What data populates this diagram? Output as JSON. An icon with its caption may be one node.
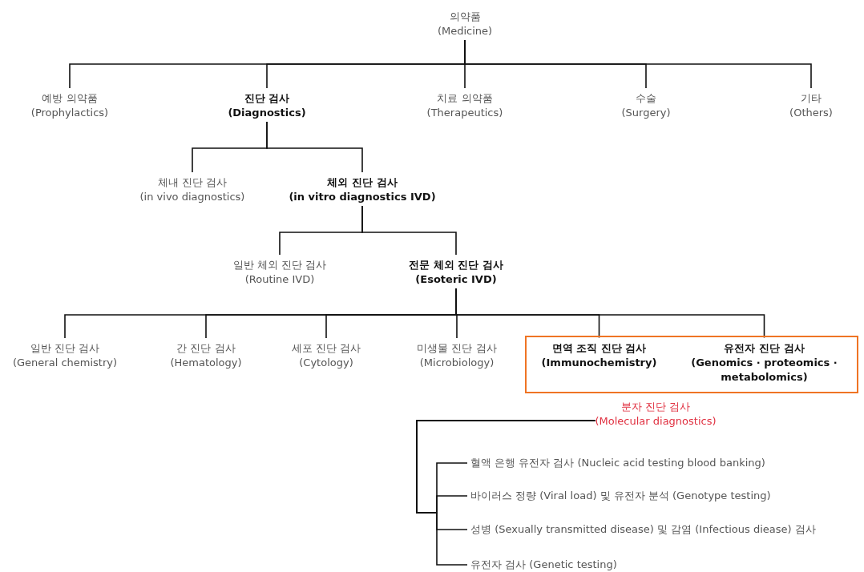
{
  "diagram": {
    "nodes": [
      {
        "text": [
          "의약품",
          "(Medicine)"
        ]
      },
      {
        "text": [
          "예방 의약품",
          "(Prophylactics)"
        ]
      },
      {
        "text": [
          "진단 검사",
          "(Diagnostics)"
        ]
      },
      {
        "text": [
          "치료 의약품",
          "(Therapeutics)"
        ]
      },
      {
        "text": [
          "수술",
          "(Surgery)"
        ]
      },
      {
        "text": [
          "기타",
          "(Others)"
        ]
      },
      {
        "text": [
          "체내 진단 검사",
          "(in vivo diagnostics)"
        ]
      },
      {
        "text": [
          "체외 진단 검사",
          "(in vitro diagnostics IVD)"
        ]
      },
      {
        "text": [
          "일반 체외 진단 검사",
          "(Routine IVD)"
        ]
      },
      {
        "text": [
          "전문 체외 진단 검사",
          "(Esoteric IVD)"
        ]
      },
      {
        "text": [
          "일반 진단 검사",
          "(General chemistry)"
        ]
      },
      {
        "text": [
          "간 진단 검사",
          "(Hematology)"
        ]
      },
      {
        "text": [
          "세포 진단 검사",
          "(Cytology)"
        ]
      },
      {
        "text": [
          "미생물 진단 검사",
          "(Microbiology)"
        ]
      },
      {
        "text": [],
        "shape": "box"
      },
      {
        "text": [
          "면역 조직 진단 검사",
          "(Immunochemistry)"
        ],
        "in": 14
      },
      {
        "text": [
          "유전자 진단 검사",
          "(Genomics · proteomics · metabolomics)"
        ],
        "in": 14
      },
      {
        "text": [
          "분자 진단 검사",
          "(Molecular diagnostics)"
        ]
      },
      {
        "text": [
          "혈액 은행 유전자 검사 (Nucleic acid testing blood banking)"
        ]
      },
      {
        "text": [
          "바이러스 정량 (Viral load) 및 유전자 분석 (Genotype testing)"
        ]
      },
      {
        "text": [
          "성병 (Sexually transmitted disease) 및 감염 (Infectious diease) 검사"
        ]
      },
      {
        "text": [
          "유전자 검사 (Genetic testing)"
        ]
      }
    ],
    "edges": [
      {
        "from": 0,
        "to": 1,
        "arrow": "none"
      },
      {
        "from": 0,
        "to": 2,
        "arrow": "none"
      },
      {
        "from": 0,
        "to": 3,
        "arrow": "none"
      },
      {
        "from": 0,
        "to": 4,
        "arrow": "none"
      },
      {
        "from": 0,
        "to": 5,
        "arrow": "none"
      },
      {
        "from": 2,
        "to": 6,
        "arrow": "none"
      },
      {
        "from": 2,
        "to": 7,
        "arrow": "none"
      },
      {
        "from": 7,
        "to": 8,
        "arrow": "none"
      },
      {
        "from": 7,
        "to": 9,
        "arrow": "none"
      },
      {
        "from": 9,
        "to": 10,
        "arrow": "none"
      },
      {
        "from": 9,
        "to": 11,
        "arrow": "none"
      },
      {
        "from": 9,
        "to": 12,
        "arrow": "none"
      },
      {
        "from": 9,
        "to": 13,
        "arrow": "none"
      },
      {
        "from": 9,
        "to": 15,
        "arrow": "none"
      },
      {
        "from": 9,
        "to": 16,
        "arrow": "none"
      },
      {
        "from": 17,
        "to": 18,
        "arrow": "none"
      },
      {
        "from": 17,
        "to": 19,
        "arrow": "none"
      },
      {
        "from": 17,
        "to": 20,
        "arrow": "none"
      },
      {
        "from": 17,
        "to": 21,
        "arrow": "none"
      }
    ]
  }
}
